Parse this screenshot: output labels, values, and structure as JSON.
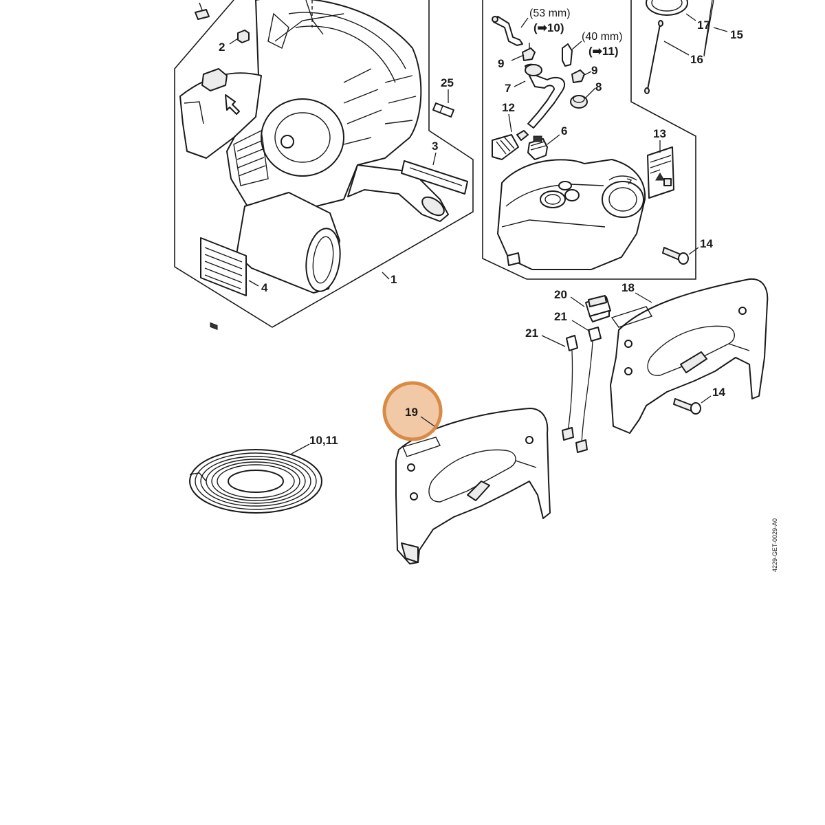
{
  "labels": {
    "p1": "1",
    "p2": "2",
    "p3": "3",
    "p4": "4",
    "p6": "6",
    "p7": "7",
    "p8": "8",
    "p9a": "9",
    "p9b": "9",
    "p10_11": "10,11",
    "p12": "12",
    "p13": "13",
    "p14a": "14",
    "p14b": "14",
    "p15": "15",
    "p16": "16",
    "p17": "17",
    "p18": "18",
    "p19": "19",
    "p20": "20",
    "p21a": "21",
    "p21b": "21",
    "p25": "25"
  },
  "notes": {
    "hose53": "(53 mm)",
    "hose53_ref": "(➡10)",
    "hose40": "(40 mm)",
    "hose40_ref": "(➡11)"
  },
  "drawing_code": "4229-GET-0029-A0",
  "highlight": {
    "label": "19",
    "fill_color": "#f2c9a6",
    "ring_color": "#d98a45"
  },
  "colors": {
    "line": "#1a1a1a",
    "background": "#ffffff"
  }
}
